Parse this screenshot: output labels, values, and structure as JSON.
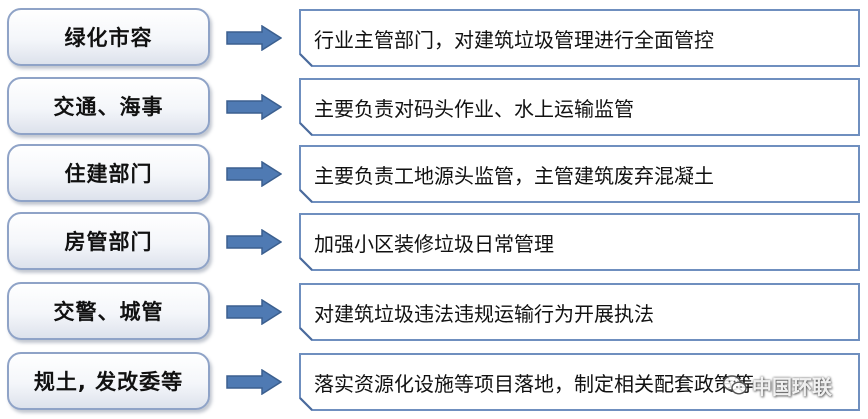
{
  "rows": [
    {
      "agency": "绿化市容",
      "responsibility": "行业主管部门，对建筑垃圾管理进行全面管控"
    },
    {
      "agency": "交通、海事",
      "responsibility": "主要负责对码头作业、水上运输监管"
    },
    {
      "agency": "住建部门",
      "responsibility": "主要负责工地源头监管，主管建筑废弃混凝土"
    },
    {
      "agency": "房管部门",
      "responsibility": "加强小区装修垃圾日常管理"
    },
    {
      "agency": "交警、城管",
      "responsibility": "对建筑垃圾违法违规运输行为开展执法"
    },
    {
      "agency": "规土, 发改委等",
      "responsibility": "落实资源化设施等项目落地，制定相关配套政策等"
    }
  ],
  "watermark": {
    "text": "中国环联"
  },
  "colors": {
    "box_border": "#8fa3c7",
    "arrow_fill": "#4f7ab3",
    "arrow_stroke": "#3b5f8f",
    "callout_border": "#6f8fbf"
  },
  "icons": {
    "arrow": "right-arrow-icon",
    "watermark_logo": "wechat-logo-icon"
  }
}
